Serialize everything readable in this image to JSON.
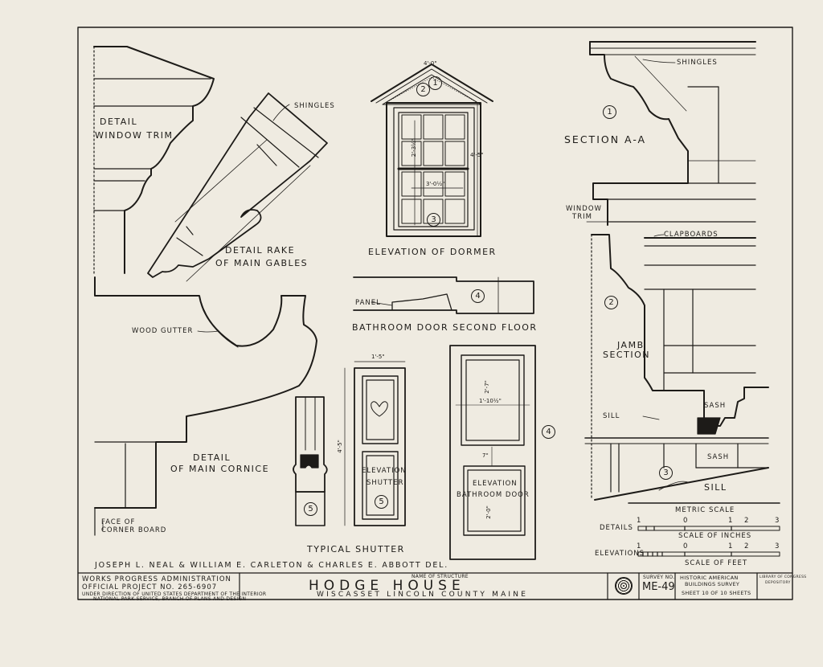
{
  "drawings": {
    "window_trim": {
      "line1": "DETAIL",
      "line2": "WINDOW TRIM"
    },
    "rake": {
      "shingles": "SHINGLES",
      "title1": "DETAIL RAKE",
      "title2": "OF MAIN GABLES"
    },
    "dormer": {
      "title": "ELEVATION OF DORMER",
      "dims": [
        "4'-0\"",
        "2'-3½\"",
        "4'-5\"",
        "3'-0½\""
      ]
    },
    "section_aa": {
      "shingles": "SHINGLES",
      "title": "SECTION A-A",
      "window_trim_1": "WINDOW",
      "window_trim_2": "TRIM"
    },
    "bathroom_door_section": {
      "panel": "PANEL",
      "title": "BATHROOM DOOR SECOND FLOOR"
    },
    "cornice": {
      "wood_gutter": "WOOD GUTTER",
      "title1": "DETAIL",
      "title2": "OF MAIN CORNICE",
      "face1": "FACE OF",
      "face2": "CORNER BOARD"
    },
    "shutter": {
      "title": "TYPICAL SHUTTER",
      "elev1": "ELEVATION",
      "elev2": "SHUTTER",
      "dims": [
        "1'-5\"",
        "4'-5\""
      ]
    },
    "door": {
      "elev1": "ELEVATION",
      "elev2": "BATHROOM DOOR",
      "dims": [
        "1'-10½\"",
        "2'-7\"",
        "2'-0\"",
        "7\""
      ]
    },
    "jamb": {
      "clapboards": "CLAPBOARDS",
      "title1": "JAMB",
      "title2": "SECTION",
      "sill_left": "SILL",
      "sash1": "SASH",
      "sash2": "SASH",
      "sill": "SILL"
    }
  },
  "markers": [
    "1",
    "2",
    "3",
    "4",
    "5"
  ],
  "scales": {
    "metric": "METRIC SCALE",
    "details": "DETAILS",
    "inches": "SCALE OF INCHES",
    "elevations": "ELEVATIONS",
    "feet": "SCALE OF FEET",
    "ticks": [
      "1",
      "0",
      "1",
      "2",
      "3"
    ]
  },
  "credits": "JOSEPH L. NEAL & WILLIAM E. CARLETON & CHARLES E. ABBOTT DEL.",
  "title_block": {
    "agency1": "WORKS PROGRESS ADMINISTRATION",
    "agency2": "OFFICIAL PROJECT NO. 265-6907",
    "agency3": "UNDER DIRECTION OF UNITED STATES DEPARTMENT OF THE INTERIOR",
    "agency4": "NATIONAL PARK SERVICE, BRANCH OF PLANS AND DESIGN",
    "name_label": "NAME OF STRUCTURE",
    "name": "HODGE HOUSE",
    "location": "WISCASSET LINCOLN COUNTY MAINE",
    "survey_label": "SURVEY NO.",
    "survey_no": "ME-49",
    "habs1": "HISTORIC AMERICAN",
    "habs2": "BUILDINGS SURVEY",
    "sheet": "SHEET 10 OF 10 SHEETS",
    "library1": "LIBRARY OF CONGRESS",
    "library2": "DEPOSITORY"
  }
}
